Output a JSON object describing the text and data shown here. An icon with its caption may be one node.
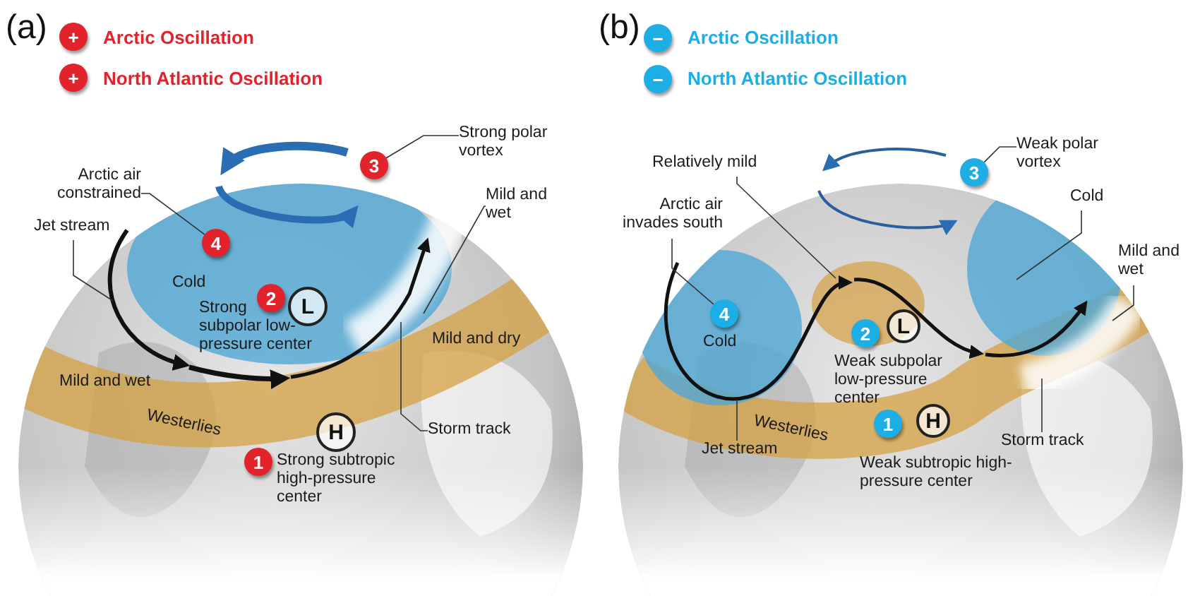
{
  "diagram": {
    "nodes": [
      {
        "text": [
          "+"
        ]
      },
      {
        "text": [
          "+"
        ]
      },
      {
        "text": [
          "Strong polar vortex"
        ]
      },
      {
        "text": [
          "3"
        ]
      },
      {
        "text": [
          "Arctic air constrained"
        ]
      },
      {
        "text": [
          "4"
        ]
      },
      {
        "text": [
          "Jet stream"
        ]
      },
      {
        "text": [
          "Mild and wet"
        ]
      },
      {
        "text": [
          "2"
        ]
      },
      {
        "text": [
          "L"
        ]
      },
      {
        "text": [
          "H"
        ]
      },
      {
        "text": [
          "Storm track"
        ]
      },
      {
        "text": [
          "1"
        ]
      },
      {
        "text": [
          "−"
        ]
      },
      {
        "text": [
          "−"
        ]
      },
      {
        "text": [
          "Weak polar vortex"
        ]
      },
      {
        "text": [
          "3"
        ]
      },
      {
        "text": [
          "Relatively mild"
        ]
      },
      {
        "text": [
          "Arctic air invades south"
        ]
      },
      {
        "text": [
          "4"
        ],
        "beside": [
          "Cold"
        ]
      },
      {
        "text": [
          "Cold"
        ]
      },
      {
        "text": [
          "Mild and wet"
        ]
      },
      {
        "text": [
          "2"
        ]
      },
      {
        "text": [
          "L"
        ]
      },
      {
        "text": [
          "1"
        ]
      },
      {
        "text": [
          "H"
        ]
      },
      {
        "text": [
          "Jet stream"
        ]
      },
      {
        "text": [
          "Storm track"
        ]
      }
    ],
    "edges": [
      {
        "from": 2,
        "to": 3,
        "arrow": "none"
      },
      {
        "from": 4,
        "to": 5,
        "arrow": "none"
      },
      {
        "from": 6,
        "to": null,
        "arrow": "none"
      },
      {
        "from": 7,
        "to": null,
        "arrow": "none"
      },
      {
        "from": 11,
        "to": null,
        "arrow": "none"
      },
      {
        "from": 15,
        "to": 16,
        "arrow": "none"
      },
      {
        "from": 17,
        "to": null,
        "arrow": "none"
      },
      {
        "from": 18,
        "to": 19,
        "arrow": "none"
      },
      {
        "from": 20,
        "to": null,
        "arrow": "none"
      },
      {
        "from": 21,
        "to": null,
        "arrow": "none"
      },
      {
        "from": 26,
        "to": null,
        "arrow": "none"
      },
      {
        "from": 27,
        "to": null,
        "arrow": "none"
      }
    ],
    "labels": [
      "(a)",
      "Arctic Oscillation",
      "North Atlantic Oscillation",
      "(b)",
      "Arctic Oscillation",
      "North Atlantic Oscillation",
      "Cold",
      "Strong subpolar low-pressure center",
      "Mild and dry",
      "Mild and wet",
      "Westerlies",
      "Strong subtropic high-pressure center",
      "Weak subpolar low-pressure center",
      "Westerlies",
      "Weak subtropic high-pressure center"
    ]
  }
}
